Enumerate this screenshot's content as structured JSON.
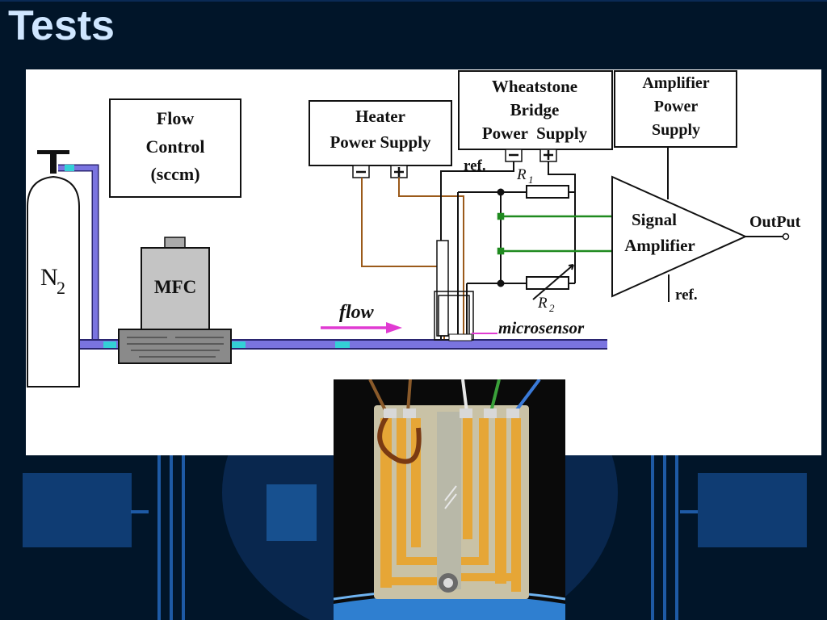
{
  "slide": {
    "title": "Tests"
  },
  "diagram": {
    "gas_cylinder_label": "N",
    "gas_cylinder_subscript": "2",
    "flow_control": [
      "Flow",
      "Control",
      "(sccm)"
    ],
    "mfc_label": "MFC",
    "heater_supply": [
      "Heater",
      "Power Supply"
    ],
    "bridge_supply": [
      "Wheatstone",
      "Bridge",
      "Power  Supply"
    ],
    "amp_supply": [
      "Amplifier",
      "Power",
      "Supply"
    ],
    "ref_label_top": "ref.",
    "r1_label": "R",
    "r1_sub": "1",
    "r2_label": "R",
    "r2_sub": "2",
    "amplifier_label": [
      "Signal",
      "Amplifier"
    ],
    "output_label": "OutPut",
    "ref_label_amp": "ref.",
    "flow_label": "flow",
    "microsensor_label": "microsensor"
  },
  "colors": {
    "background": "#011529",
    "title": "#cfe6ff",
    "tube": "#7a74e0",
    "tube_joint": "#33d0d6",
    "heater_wire": "#9b5a1a",
    "signal_wire": "#1f8a1f",
    "flow_arrow": "#e03ad2"
  }
}
